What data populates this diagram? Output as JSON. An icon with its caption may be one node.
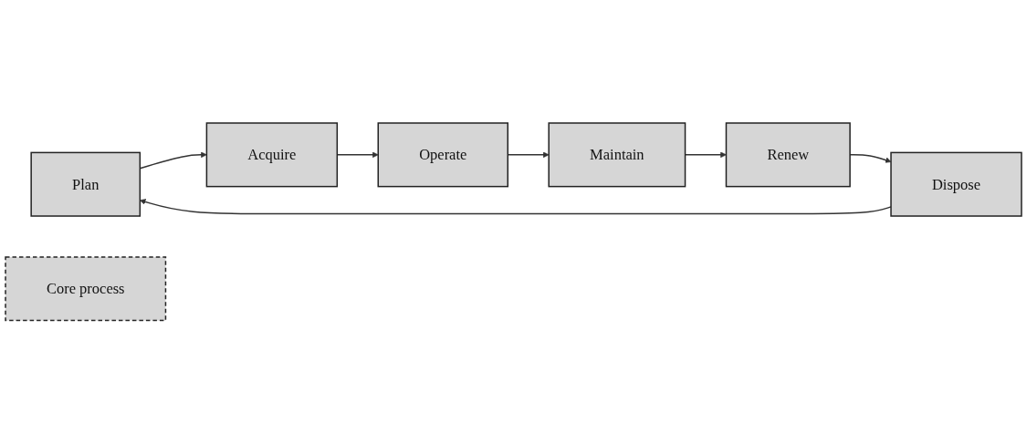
{
  "diagram": {
    "nodes": [
      {
        "text": [
          "Plan"
        ]
      },
      {
        "text": [
          "Acquire"
        ]
      },
      {
        "text": [
          "Operate"
        ]
      },
      {
        "text": [
          "Maintain"
        ]
      },
      {
        "text": [
          "Renew"
        ]
      },
      {
        "text": [
          "Dispose"
        ]
      },
      {
        "text": [
          "Core process"
        ]
      }
    ],
    "edges": [
      {
        "from": 0,
        "to": 1,
        "arrow": "to"
      },
      {
        "from": 1,
        "to": 2,
        "arrow": "to"
      },
      {
        "from": 2,
        "to": 3,
        "arrow": "to"
      },
      {
        "from": 3,
        "to": 4,
        "arrow": "to"
      },
      {
        "from": 4,
        "to": 5,
        "arrow": "to"
      },
      {
        "from": 5,
        "to": 0,
        "arrow": "to"
      }
    ]
  }
}
